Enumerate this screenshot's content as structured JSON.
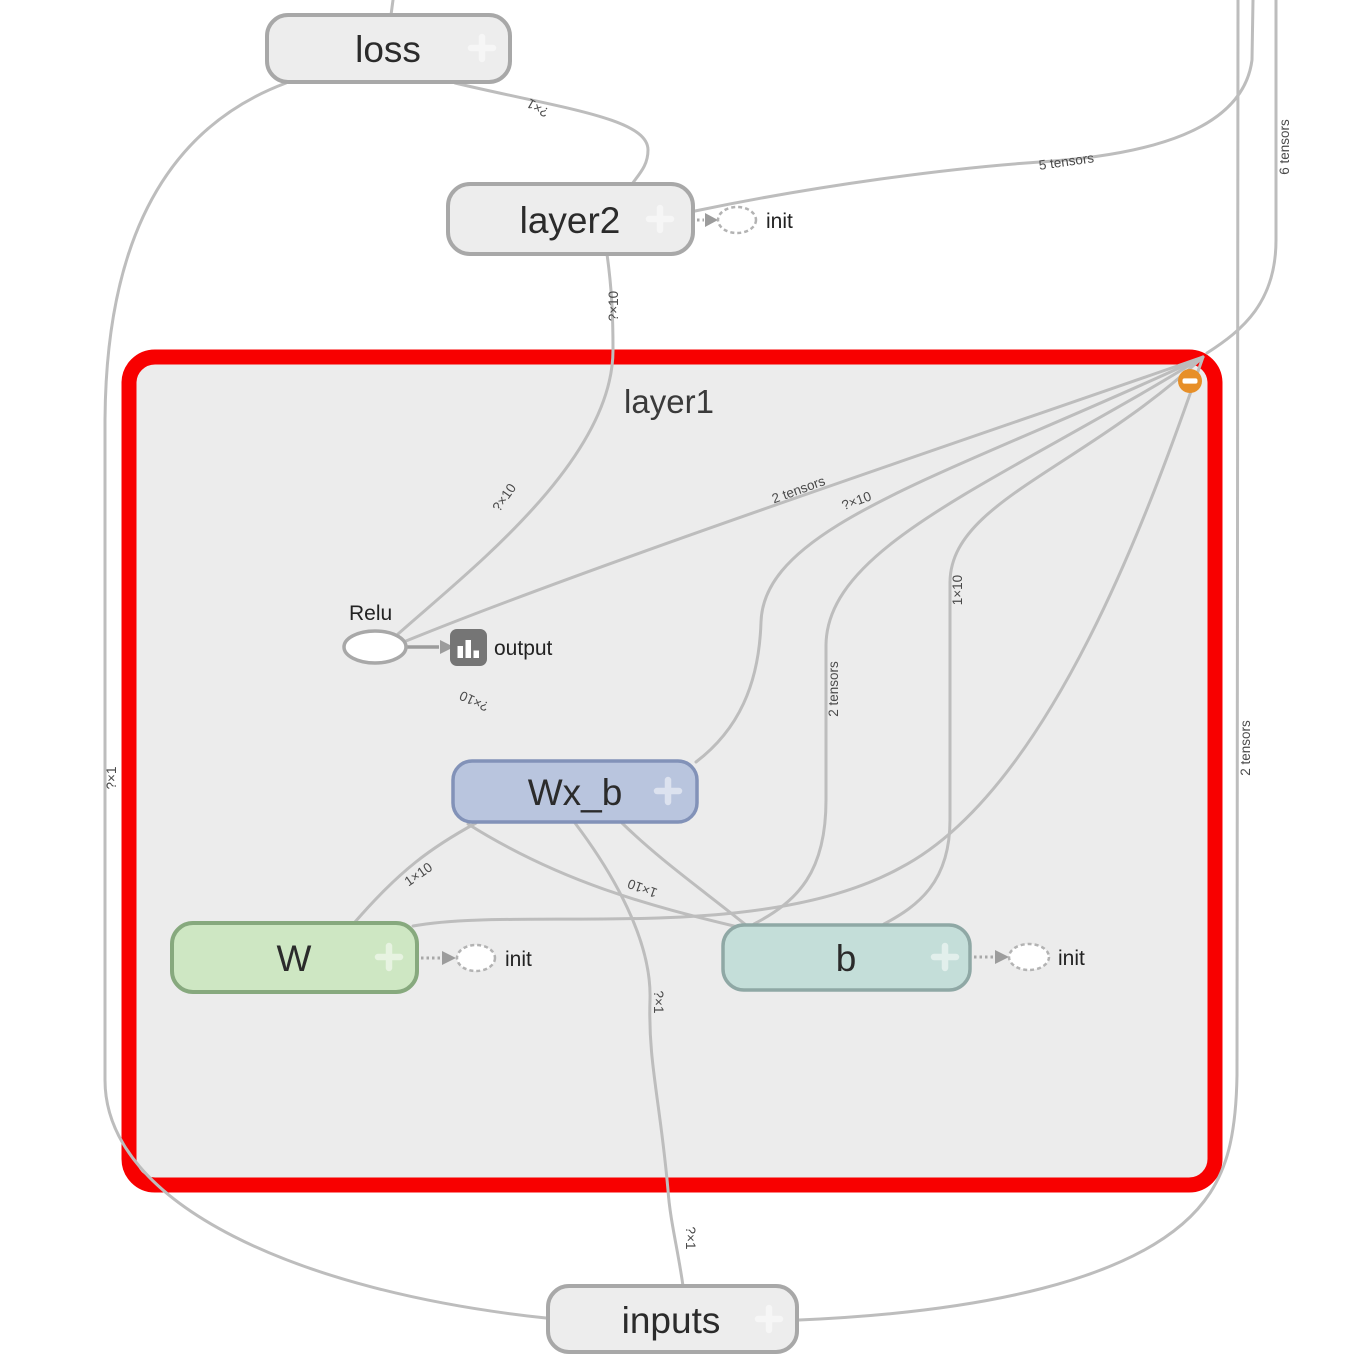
{
  "group": {
    "title": "layer1",
    "collapse_button": "minus"
  },
  "nodes": {
    "loss": "loss",
    "layer2": "layer2",
    "relu": "Relu",
    "output": "output",
    "wxb": "Wx_b",
    "w": "W",
    "b": "b",
    "inputs": "inputs",
    "init": "init"
  },
  "edge_labels": {
    "loss_layer2": "?×1",
    "five_tensors": "5 tensors",
    "six_tensors": "6 tensors",
    "qx10_top": "?×10",
    "two_tensors_fan": "2 tensors",
    "qx10_fan": "?×10",
    "qx10_mid": "?×10",
    "one_x10_right": "1×10",
    "two_tensors_inner": "2 tensors",
    "qx10_wxb_relu": "?×10",
    "two_tensors_right": "2 tensors",
    "qx1_left": "?×1",
    "one_x10_w": "1×10",
    "one_x10_b": "1×10",
    "qx1_inputs_inner": "?×1",
    "qx1_inputs_outer": "?×1"
  },
  "colors": {
    "group_border": "#f80000",
    "group_fill": "#ececec",
    "edge": "#bdbdbd",
    "plain_node_fill": "#ededed",
    "plain_node_border": "#a8a8a8",
    "wxb_fill": "#b9c5de",
    "wxb_border": "#8292b8",
    "w_fill": "#cee7c3",
    "w_border": "#87a97e",
    "b_fill": "#c4ded9",
    "b_border": "#8fa8a5",
    "collapse_button_fill": "#e78f28",
    "output_icon_fill": "#757575"
  }
}
